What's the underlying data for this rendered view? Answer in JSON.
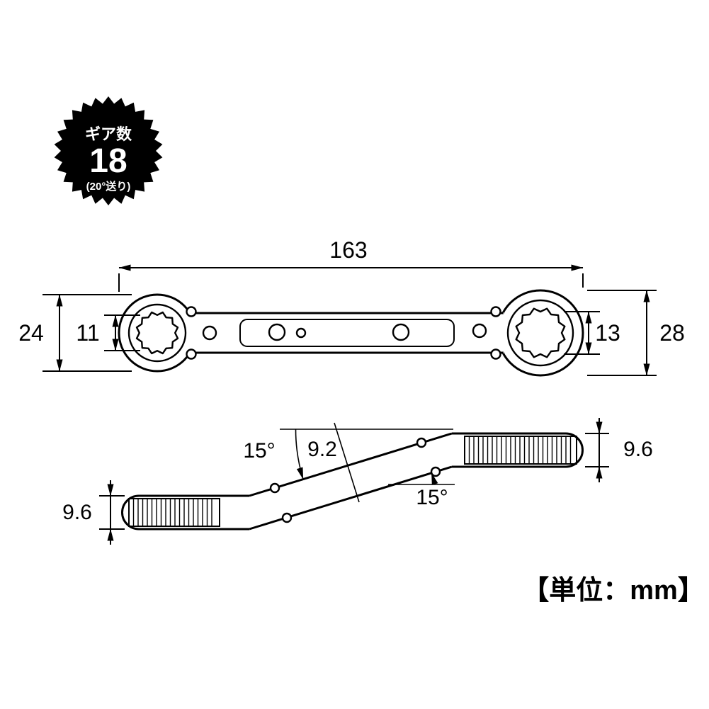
{
  "badge": {
    "title": "ギア数",
    "value": "18",
    "subtitle": "(20°送り)"
  },
  "top_view": {
    "overall_length": "163",
    "left_end_width": "24",
    "left_socket_size": "11",
    "right_socket_size": "13",
    "right_end_width": "28"
  },
  "side_view": {
    "top_angle": "15°",
    "shaft_thickness": "9.2",
    "bottom_angle": "15°",
    "right_end_thickness": "9.6",
    "left_end_thickness": "9.6"
  },
  "footer": {
    "unit_note": "【単位：mm】"
  },
  "colors": {
    "ink": "#000000",
    "paper": "#ffffff"
  }
}
